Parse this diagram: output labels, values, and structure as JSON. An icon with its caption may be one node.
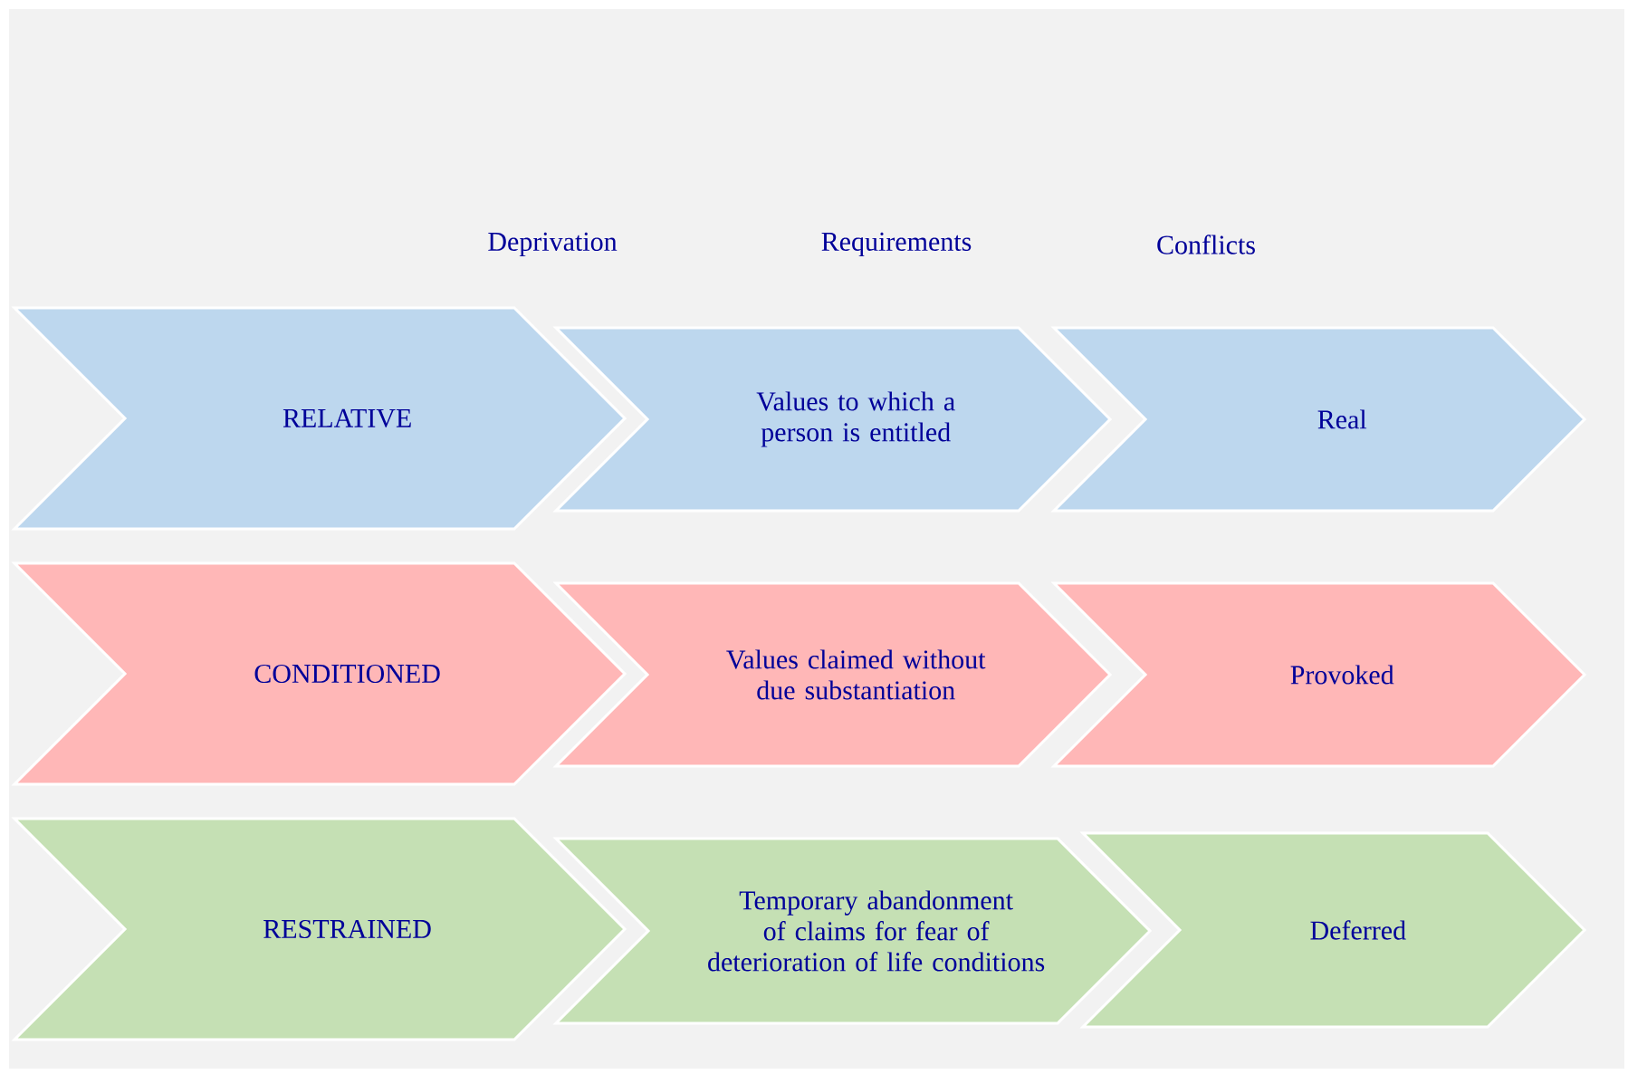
{
  "diagram": {
    "nodes": [
      {
        "text": [
          "RELATIVE"
        ]
      },
      {
        "text": [
          "Values to which a person is entitled"
        ]
      },
      {
        "text": [
          "Real"
        ]
      },
      {
        "text": [
          "CONDITIONED"
        ]
      },
      {
        "text": [
          "Values claimed without due substantiation"
        ]
      },
      {
        "text": [
          "Provoked"
        ]
      },
      {
        "text": [
          "RESTRAINED"
        ]
      },
      {
        "text": [
          "Temporary abandonment of claims for fear of deterioration of life conditions"
        ]
      },
      {
        "text": [
          "Deferred"
        ]
      }
    ],
    "labels": [
      "Deprivation",
      "Requirements",
      "Conflicts"
    ]
  }
}
